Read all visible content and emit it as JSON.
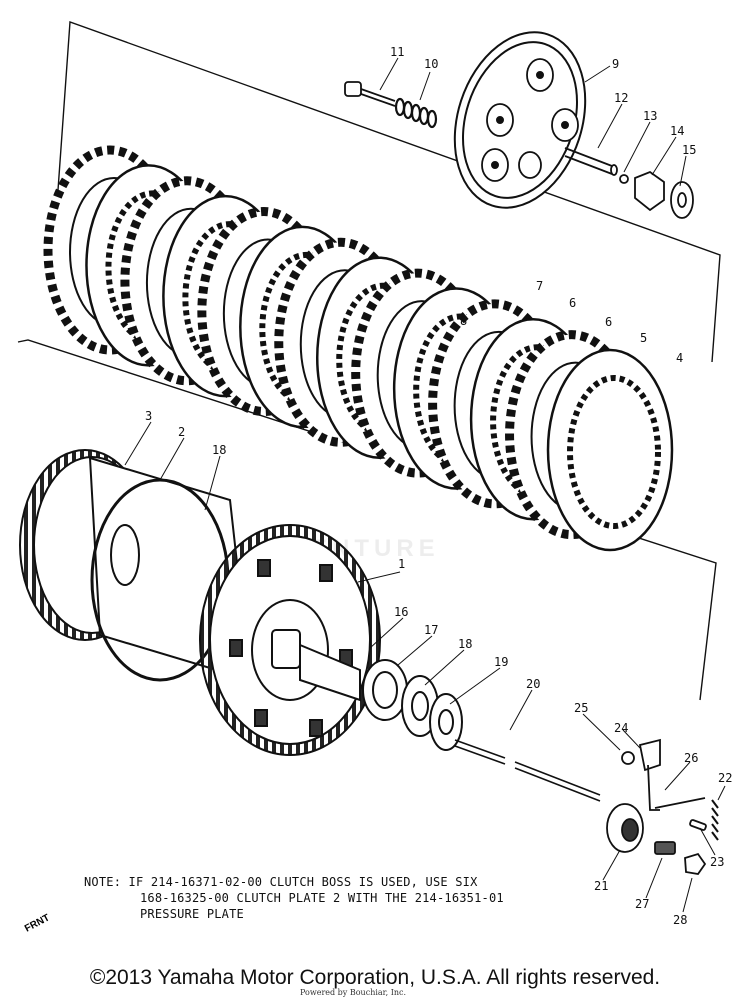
{
  "watermark": "VENTURE",
  "callouts": [
    {
      "id": "c1",
      "label": "1"
    },
    {
      "id": "c2",
      "label": "2"
    },
    {
      "id": "c3",
      "label": "3"
    },
    {
      "id": "c4",
      "label": "4"
    },
    {
      "id": "c5",
      "label": "5"
    },
    {
      "id": "c6",
      "label": "6"
    },
    {
      "id": "c6b",
      "label": "6"
    },
    {
      "id": "c7",
      "label": "7"
    },
    {
      "id": "c8",
      "label": "8"
    },
    {
      "id": "c9",
      "label": "9"
    },
    {
      "id": "c10",
      "label": "10"
    },
    {
      "id": "c11",
      "label": "11"
    },
    {
      "id": "c12",
      "label": "12"
    },
    {
      "id": "c13",
      "label": "13"
    },
    {
      "id": "c14",
      "label": "14"
    },
    {
      "id": "c15",
      "label": "15"
    },
    {
      "id": "c16",
      "label": "16"
    },
    {
      "id": "c17",
      "label": "17"
    },
    {
      "id": "c18",
      "label": "18"
    },
    {
      "id": "c18b",
      "label": "18"
    },
    {
      "id": "c19",
      "label": "19"
    },
    {
      "id": "c20",
      "label": "20"
    },
    {
      "id": "c21",
      "label": "21"
    },
    {
      "id": "c22",
      "label": "22"
    },
    {
      "id": "c23",
      "label": "23"
    },
    {
      "id": "c24",
      "label": "24"
    },
    {
      "id": "c25",
      "label": "25"
    },
    {
      "id": "c26",
      "label": "26"
    },
    {
      "id": "c27",
      "label": "27"
    },
    {
      "id": "c28",
      "label": "28"
    }
  ],
  "note": {
    "line1": "NOTE: IF 214-16371-02-00 CLUTCH BOSS IS USED, USE SIX",
    "line2": "168-16325-00 CLUTCH PLATE 2 WITH THE 214-16351-01",
    "line3": "PRESSURE PLATE"
  },
  "front_marker": "FRNT",
  "copyright": "©2013 Yamaha Motor Corporation, U.S.A. All rights reserved.",
  "credit": "Powered by Bouchiar, Inc."
}
